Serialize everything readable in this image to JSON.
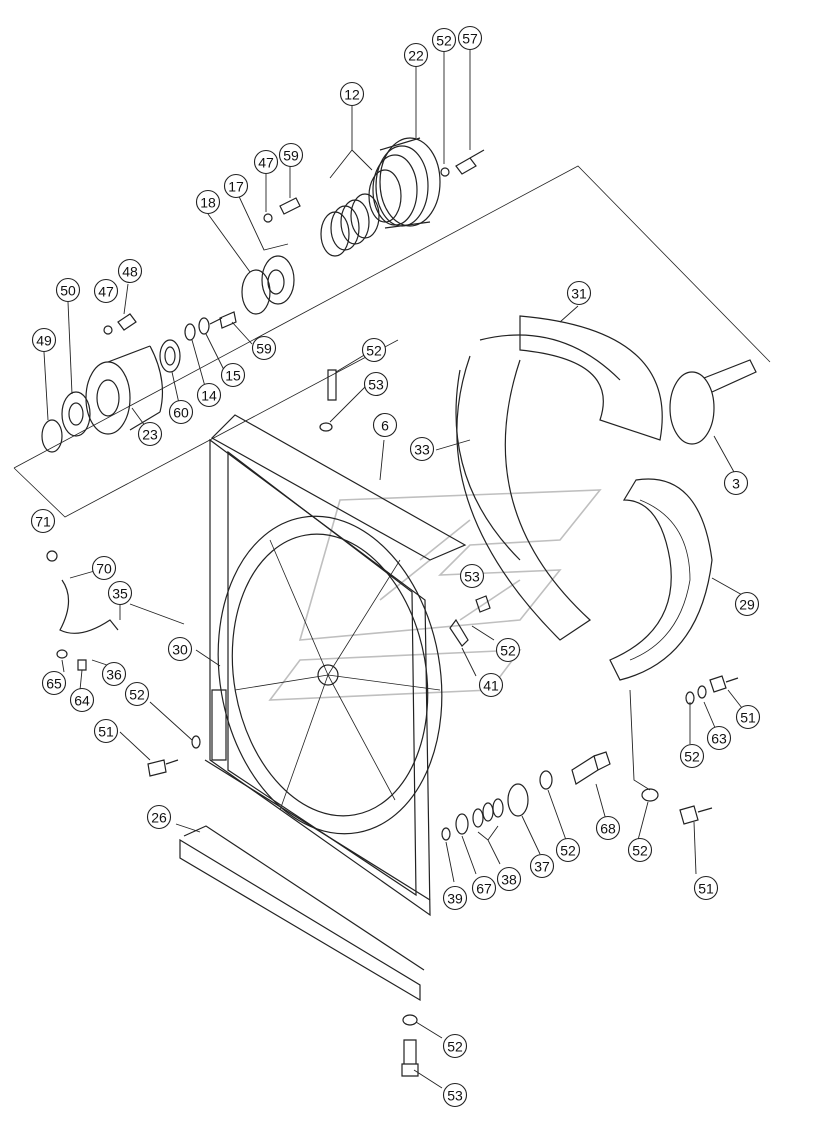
{
  "diagram": {
    "colors": {
      "line": "#222222",
      "background": "#ffffff",
      "watermark": "#bfbfbf"
    },
    "callouts": [
      {
        "label": "57"
      },
      {
        "label": "52"
      },
      {
        "label": "22"
      },
      {
        "label": "12"
      },
      {
        "label": "47"
      },
      {
        "label": "59"
      },
      {
        "label": "17"
      },
      {
        "label": "18"
      },
      {
        "label": "48"
      },
      {
        "label": "50"
      },
      {
        "label": "47"
      },
      {
        "label": "49"
      },
      {
        "label": "59"
      },
      {
        "label": "15"
      },
      {
        "label": "14"
      },
      {
        "label": "60"
      },
      {
        "label": "23"
      },
      {
        "label": "52"
      },
      {
        "label": "53"
      },
      {
        "label": "31"
      },
      {
        "label": "6"
      },
      {
        "label": "33"
      },
      {
        "label": "3"
      },
      {
        "label": "71"
      },
      {
        "label": "70"
      },
      {
        "label": "35"
      },
      {
        "label": "53"
      },
      {
        "label": "29"
      },
      {
        "label": "30"
      },
      {
        "label": "52"
      },
      {
        "label": "41"
      },
      {
        "label": "65"
      },
      {
        "label": "36"
      },
      {
        "label": "64"
      },
      {
        "label": "52"
      },
      {
        "label": "51"
      },
      {
        "label": "51"
      },
      {
        "label": "63"
      },
      {
        "label": "52"
      },
      {
        "label": "68"
      },
      {
        "label": "52"
      },
      {
        "label": "52"
      },
      {
        "label": "26"
      },
      {
        "label": "37"
      },
      {
        "label": "38"
      },
      {
        "label": "67"
      },
      {
        "label": "39"
      },
      {
        "label": "51"
      },
      {
        "label": "52"
      },
      {
        "label": "53"
      }
    ]
  }
}
